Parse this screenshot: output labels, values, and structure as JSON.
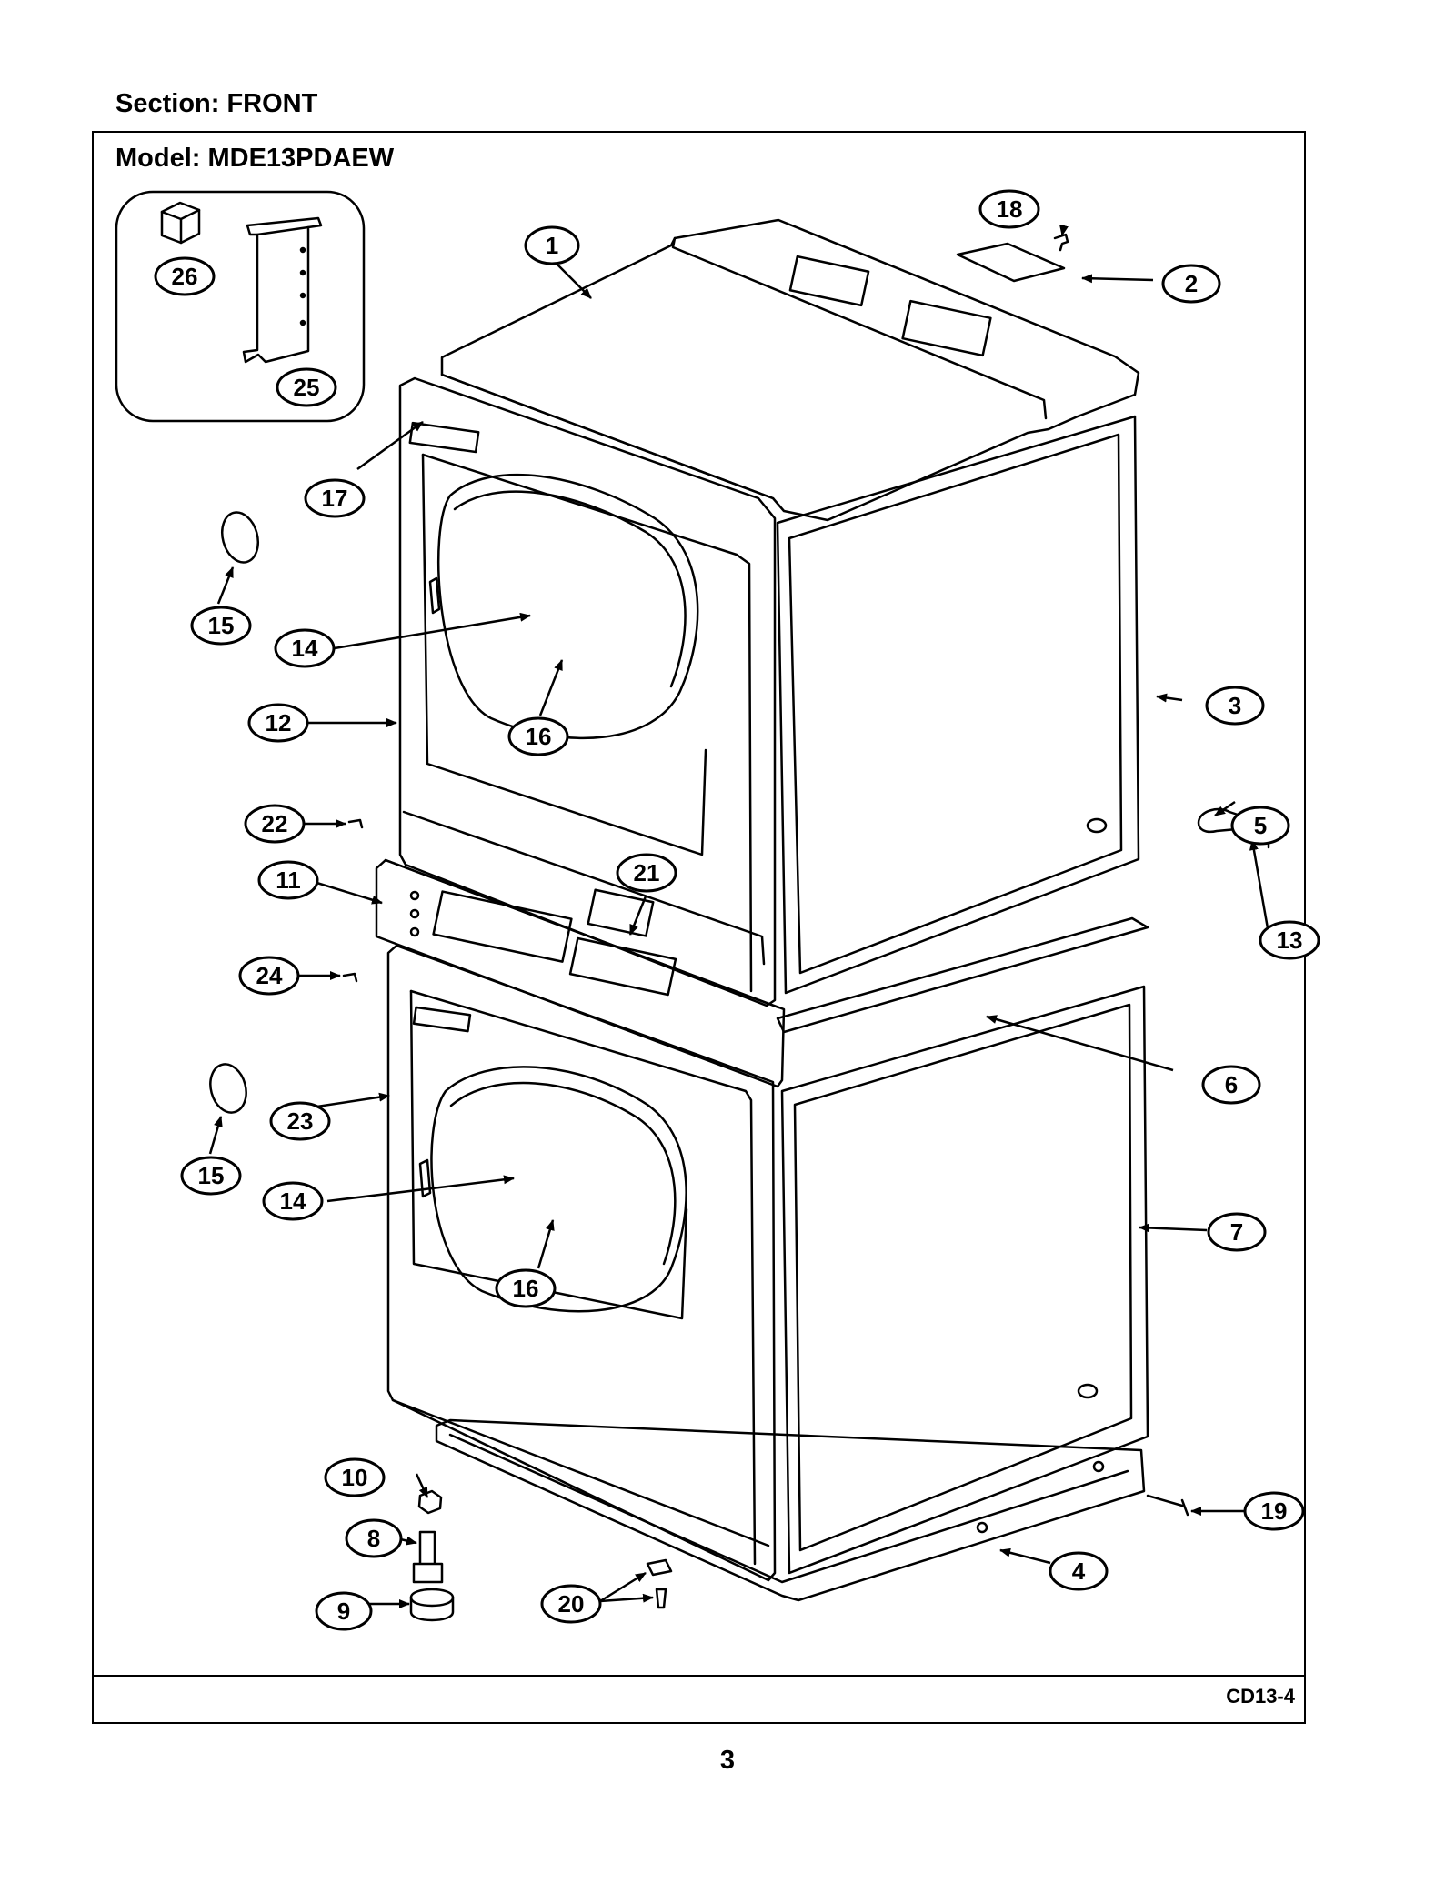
{
  "header": {
    "section": "Section:  FRONT",
    "model": "Model:  MDE13PDAEW"
  },
  "footer": {
    "code": "CD13-4",
    "page": "3"
  },
  "callouts": [
    "1",
    "2",
    "3",
    "4",
    "5",
    "6",
    "7",
    "8",
    "9",
    "10",
    "11",
    "12",
    "13",
    "14",
    "14",
    "15",
    "15",
    "16",
    "16",
    "17",
    "18",
    "19",
    "20",
    "21",
    "22",
    "23",
    "24",
    "25",
    "26"
  ]
}
